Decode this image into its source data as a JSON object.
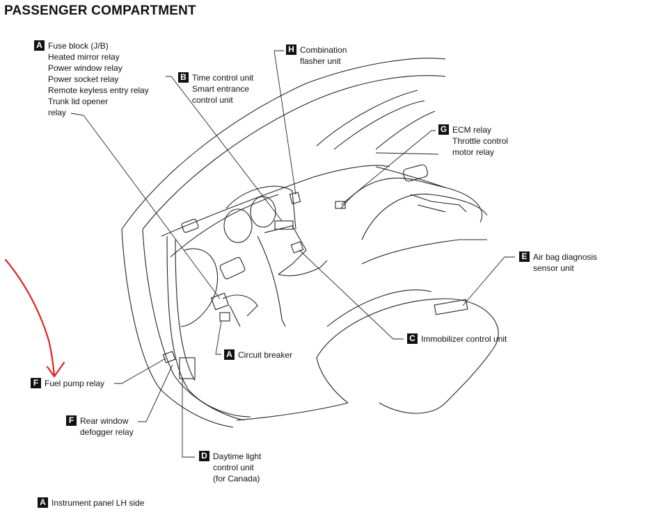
{
  "title": "PASSENGER COMPARTMENT",
  "callouts": {
    "a_top": {
      "letter": "A",
      "lines": [
        "Fuse block (J/B)",
        "Heated mirror relay",
        "Power window relay",
        "Power socket relay",
        "Remote keyless entry relay",
        "Trunk lid opener",
        "relay"
      ]
    },
    "b": {
      "letter": "B",
      "lines": [
        "Time control unit",
        "Smart entrance",
        "control unit"
      ]
    },
    "h": {
      "letter": "H",
      "lines": [
        "Combination",
        "flasher unit"
      ]
    },
    "g": {
      "letter": "G",
      "lines": [
        "ECM relay",
        "Throttle control",
        "motor relay"
      ]
    },
    "e": {
      "letter": "E",
      "lines": [
        "Air bag diagnosis",
        "sensor unit"
      ]
    },
    "c": {
      "letter": "C",
      "lines": [
        "Immobilizer control unit"
      ]
    },
    "a_cb": {
      "letter": "A",
      "lines": [
        "Circuit breaker"
      ]
    },
    "f_fuel": {
      "letter": "F",
      "lines": [
        "Fuel pump relay"
      ]
    },
    "f_rear": {
      "letter": "F",
      "lines": [
        "Rear window",
        "defogger relay"
      ]
    },
    "d": {
      "letter": "D",
      "lines": [
        "Daytime light",
        "control unit",
        "(for Canada)"
      ]
    },
    "a_bottom": {
      "letter": "A",
      "lines": [
        "Instrument panel LH side"
      ]
    }
  },
  "annotation_color": "#e02020"
}
